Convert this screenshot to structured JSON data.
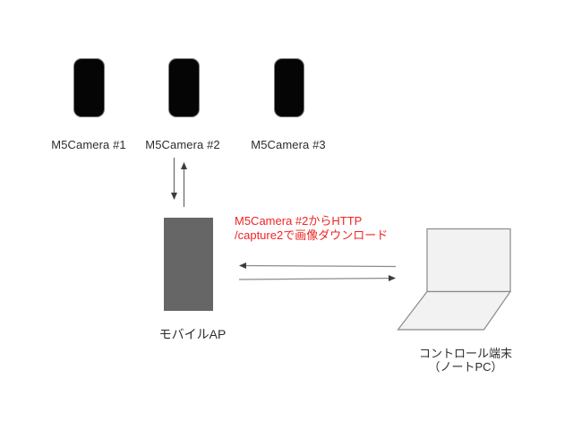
{
  "diagram": {
    "cameras": [
      {
        "label": "M5Camera #1"
      },
      {
        "label": "M5Camera #2"
      },
      {
        "label": "M5Camera #3"
      }
    ],
    "mobile_ap": {
      "label": "モバイルAP"
    },
    "annotation": {
      "line1": "M5Camera #2からHTTP",
      "line2": "/capture2で画像ダウンロード"
    },
    "control_terminal": {
      "label_line1": "コントロール端末",
      "label_line2": "（ノートPC）"
    },
    "connections": [
      "camera2-to-ap-down-arrow",
      "ap-to-camera2-up-arrow",
      "terminal-to-ap-left-arrow",
      "ap-to-terminal-right-arrow"
    ],
    "colors": {
      "background": "#ffffff",
      "camera_fill": "#050505",
      "ap_fill": "#666666",
      "annotation_red": "#f02424",
      "label_text": "#2d2d2d",
      "arrow_line": "#8c8c8c",
      "arrow_head": "#3d3d3d",
      "laptop_fill": "#f2f2f2",
      "laptop_border": "#8a8a8a"
    }
  }
}
